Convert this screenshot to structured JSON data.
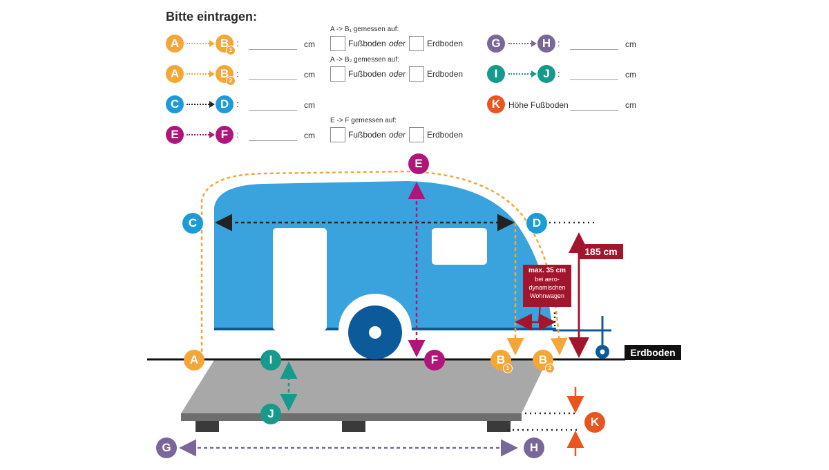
{
  "form": {
    "title": "Bitte eintragen:",
    "colon": ":",
    "unit": "cm",
    "measure_ab1": "A -> B₁ gemessen auf:",
    "measure_ab2": "A -> B₂ gemessen auf:",
    "measure_ef": "E -> F gemessen auf:",
    "floor": "Fußboden",
    "oder": "oder",
    "ground": "Erdboden",
    "floor_height": "Höhe Fußboden"
  },
  "letters": {
    "a": "A",
    "b": "B",
    "c": "C",
    "d": "D",
    "e": "E",
    "f": "F",
    "g": "G",
    "h": "H",
    "i": "I",
    "j": "J",
    "k": "K",
    "sub1": "1",
    "sub2": "2"
  },
  "diagram": {
    "height_label": "185 cm",
    "max_title": "max. 35 cm",
    "max_line1": "bei aero-",
    "max_line2": "dynamischen",
    "max_line3": "Wohnwagen",
    "ground_label": "Erdboden"
  },
  "colors": {
    "orange": "#f4a637",
    "black": "#222222",
    "blue": "#1d9bd7",
    "magenta": "#b0167a",
    "purple": "#7a6799",
    "teal": "#159a8b",
    "red_orange": "#e9541f",
    "caravan": "#3aa3dd",
    "dark_blue": "#0d5a9b",
    "dark_red": "#a3152d",
    "platform": "#a8a8a8"
  }
}
